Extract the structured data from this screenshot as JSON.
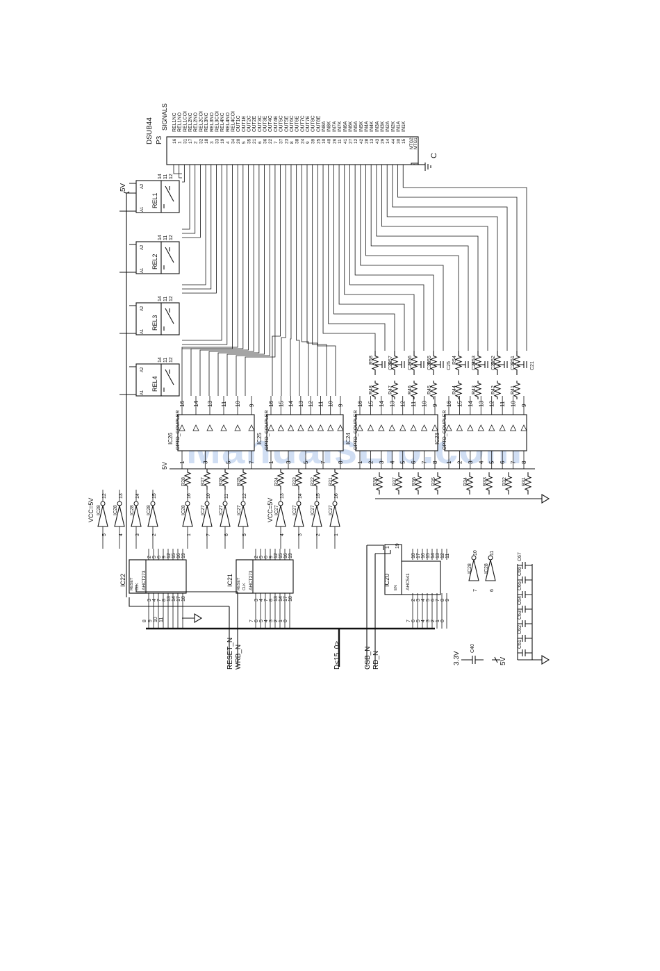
{
  "watermark": "ManualsLib.com",
  "connector": {
    "ref": "P3",
    "type": "DSUB44",
    "header": "SIGNALS",
    "signals": [
      "REL1NC",
      "REL1NO",
      "REL1COI",
      "REL2NC",
      "REL2NO",
      "REL2COI",
      "REL3NC",
      "REL3NO",
      "REL3COI",
      "REL4NC",
      "REL4NO",
      "REL4COI",
      "OUT1C",
      "OUT1E",
      "OUT2C",
      "OUT2E",
      "OUT3C",
      "OUT3E",
      "OUT4C",
      "OUT4E",
      "OUT5C",
      "OUT5E",
      "OUT6C",
      "OUT6E",
      "OUT7C",
      "OUT7E",
      "OUT8C",
      "OUT8E",
      "IN8A",
      "IN8K",
      "IN7A",
      "IN7K",
      "IN6A",
      "IN6K",
      "IN5A",
      "IN5K",
      "IN4A",
      "IN4K",
      "IN3A",
      "IN3K",
      "IN2A",
      "IN2K",
      "IN1A",
      "IN1K"
    ],
    "pins": [
      "16",
      "1",
      "31",
      "17",
      "2",
      "32",
      "18",
      "3",
      "33",
      "19",
      "4",
      "34",
      "20",
      "5",
      "35",
      "21",
      "6",
      "36",
      "22",
      "7",
      "37",
      "23",
      "8",
      "38",
      "24",
      "9",
      "39",
      "25",
      "10",
      "40",
      "26",
      "11",
      "41",
      "27",
      "12",
      "42",
      "28",
      "13",
      "43",
      "29",
      "14",
      "44",
      "30",
      "15"
    ],
    "mtg": [
      "MTG1",
      "MTG2"
    ],
    "ground_label": "C"
  },
  "relays": [
    {
      "ref": "REL1",
      "pins": [
        "A1",
        "A2",
        "14",
        "11",
        "12"
      ]
    },
    {
      "ref": "REL2",
      "pins": [
        "A1",
        "A2",
        "14",
        "11",
        "12"
      ]
    },
    {
      "ref": "REL3",
      "pins": [
        "A1",
        "A2",
        "14",
        "11",
        "12"
      ]
    },
    {
      "ref": "REL4",
      "pins": [
        "A1",
        "A2",
        "14",
        "11",
        "12"
      ]
    }
  ],
  "supply": {
    "v5": "5V",
    "v33": "3.3V",
    "vcc": "VCC=5V"
  },
  "ics": {
    "opto": [
      {
        "ref": "IC26",
        "type": "OPTO_COUPLER",
        "left_pins": [
          "1",
          "3",
          "5",
          "7"
        ],
        "right_pins": [
          "16",
          "14",
          "13",
          "11",
          "10",
          "9"
        ]
      },
      {
        "ref": "IC25",
        "type": "OPTO_COUPLER",
        "left_pins": [
          "1",
          "3",
          "5",
          "7",
          "8"
        ],
        "right_pins": [
          "16",
          "15",
          "14",
          "13",
          "12",
          "11",
          "10",
          "9"
        ]
      },
      {
        "ref": "IC24",
        "type": "OPTO_COUPLER",
        "left_pins": [
          "1",
          "2",
          "3",
          "4",
          "5",
          "6",
          "7",
          "8"
        ],
        "right_pins": [
          "16",
          "15",
          "14",
          "13",
          "12",
          "11",
          "10",
          "9"
        ]
      },
      {
        "ref": "IC23",
        "type": "OPTO_COUPLER",
        "left_pins": [
          "1",
          "2",
          "3",
          "4",
          "5",
          "6",
          "7",
          "8"
        ],
        "right_pins": [
          "16",
          "15",
          "14",
          "13",
          "12",
          "11",
          "10",
          "9"
        ]
      }
    ],
    "latch": [
      {
        "ref": "IC22",
        "type": "AHCT273",
        "ctl": [
          "RESET",
          "CLK"
        ],
        "in_pins": [
          "3",
          "4",
          "7",
          "8",
          "13",
          "14",
          "17",
          "18"
        ],
        "out_pins": [
          "2",
          "5",
          "6",
          "9",
          "12",
          "15",
          "16",
          "19"
        ],
        "bus_taps": [
          "8",
          "9",
          "10",
          "11"
        ]
      },
      {
        "ref": "IC21",
        "type": "AHCT273",
        "ctl": [
          "RESET",
          "CLK"
        ],
        "in_pins": [
          "3",
          "4",
          "7",
          "8",
          "13",
          "14",
          "17",
          "18"
        ],
        "out_pins": [
          "2",
          "5",
          "6",
          "9",
          "12",
          "15",
          "16",
          "19"
        ],
        "bus_taps": [
          "7",
          "6",
          "5",
          "4",
          "3",
          "2",
          "1",
          "0"
        ]
      },
      {
        "ref": "IC20",
        "type": "AHC541",
        "ctl": [
          "EN"
        ],
        "in_pins": [
          "2",
          "3",
          "4",
          "5",
          "6",
          "7",
          "8",
          "9"
        ],
        "out_pins": [
          "18",
          "17",
          "16",
          "15",
          "14",
          "13",
          "12",
          "11"
        ],
        "bus_taps": [
          "7",
          "6",
          "5",
          "4",
          "3",
          "2",
          "1",
          "0"
        ],
        "en_pins": [
          "1",
          "19"
        ]
      }
    ],
    "inverters": [
      {
        "ref": "IC28",
        "in": "5",
        "out": "12"
      },
      {
        "ref": "IC28",
        "in": "4",
        "out": "13"
      },
      {
        "ref": "IC28",
        "in": "3",
        "out": "14"
      },
      {
        "ref": "IC28",
        "in": "2",
        "out": "15"
      },
      {
        "ref": "IC28",
        "in": "1",
        "out": "16"
      },
      {
        "ref": "IC27",
        "in": "7",
        "out": "10"
      },
      {
        "ref": "IC27",
        "in": "6",
        "out": "11"
      },
      {
        "ref": "IC27",
        "in": "5",
        "out": "12"
      },
      {
        "ref": "IC27",
        "in": "4",
        "out": "13"
      },
      {
        "ref": "IC27",
        "in": "3",
        "out": "14"
      },
      {
        "ref": "IC27",
        "in": "2",
        "out": "15"
      },
      {
        "ref": "IC27",
        "in": "1",
        "out": "16"
      }
    ],
    "spare_inverters": [
      {
        "ref": "IC28",
        "in": "7",
        "out": "10"
      },
      {
        "ref": "IC28",
        "in": "6",
        "out": "11"
      }
    ]
  },
  "resistors": {
    "top": [
      "R58",
      "R57",
      "R56",
      "R55",
      "R54",
      "R53",
      "R52",
      "R51"
    ],
    "mid": [
      "R48",
      "R47",
      "R46",
      "R45",
      "R44",
      "R43",
      "R42",
      "R41"
    ],
    "bottom": [
      "R38",
      "R37",
      "R36",
      "R35",
      "R34",
      "R33",
      "R32",
      "R31"
    ],
    "driver": [
      "R28",
      "R27",
      "R26",
      "R25",
      "R24",
      "R23",
      "R22",
      "R21"
    ]
  },
  "capacitors": {
    "filter": [
      "C28",
      "C27",
      "C26",
      "C25",
      "C24",
      "C23",
      "C22",
      "C21"
    ],
    "decoupling": [
      "C61",
      "C62",
      "C63",
      "C64",
      "C65",
      "C66",
      "C67"
    ],
    "c33": "C40"
  },
  "signals": [
    "RESET_N",
    "WRB_N",
    "D<15..0>",
    "CSB_N",
    "RD_N"
  ]
}
